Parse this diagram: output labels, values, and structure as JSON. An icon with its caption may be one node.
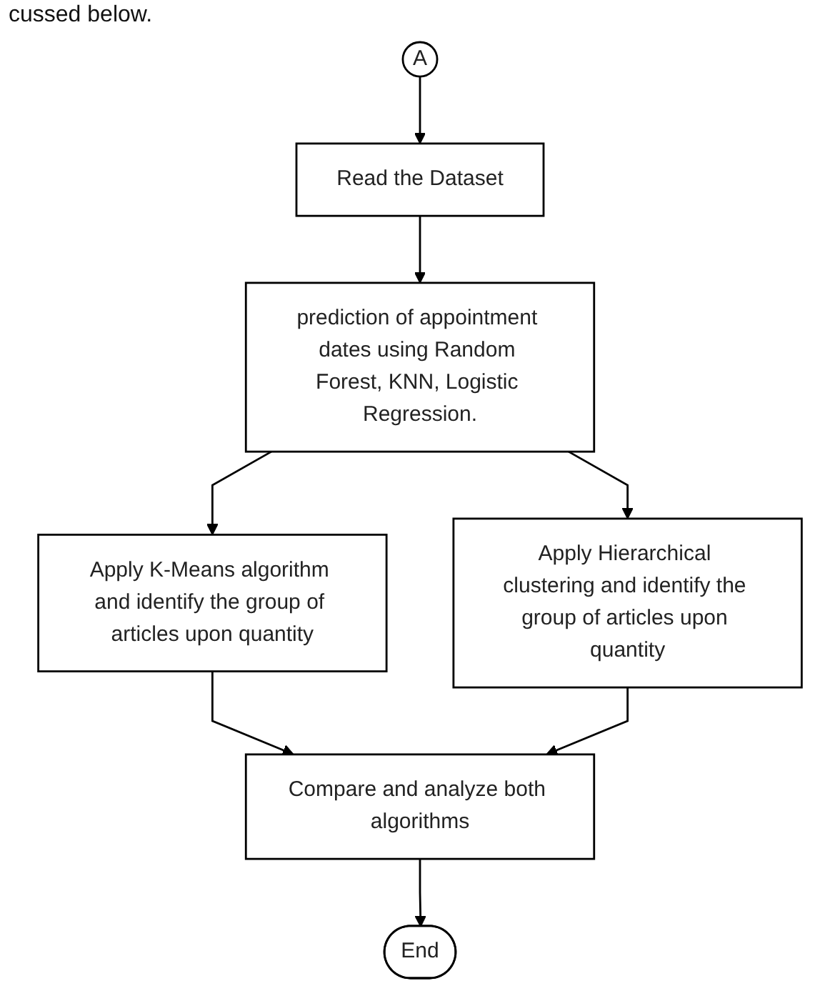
{
  "diagram": {
    "nodes": [
      {
        "text": [
          "A"
        ]
      },
      {
        "text": [
          "Read the Dataset"
        ]
      },
      {
        "text": [
          "prediction of appointment dates using Random Forest, KNN, Logistic Regression."
        ]
      },
      {
        "text": [
          "Apply K-Means algorithm and identify the group of articles upon quantity"
        ]
      },
      {
        "text": [
          "Apply Hierarchical clustering and identify the group of articles upon quantity"
        ]
      },
      {
        "text": [
          "Compare and analyze both algorithms"
        ]
      },
      {
        "text": [
          "End"
        ]
      }
    ],
    "edges": [
      {
        "from": 0,
        "to": 1,
        "arrow": "to"
      },
      {
        "from": 1,
        "to": 2,
        "arrow": "to"
      },
      {
        "from": 2,
        "to": 3,
        "arrow": "to"
      },
      {
        "from": 2,
        "to": 4,
        "arrow": "to"
      },
      {
        "from": 3,
        "to": 5,
        "arrow": "to"
      },
      {
        "from": 4,
        "to": 5,
        "arrow": "to"
      },
      {
        "from": 5,
        "to": 6,
        "arrow": "to"
      }
    ],
    "labels": [
      "cussed below."
    ]
  }
}
